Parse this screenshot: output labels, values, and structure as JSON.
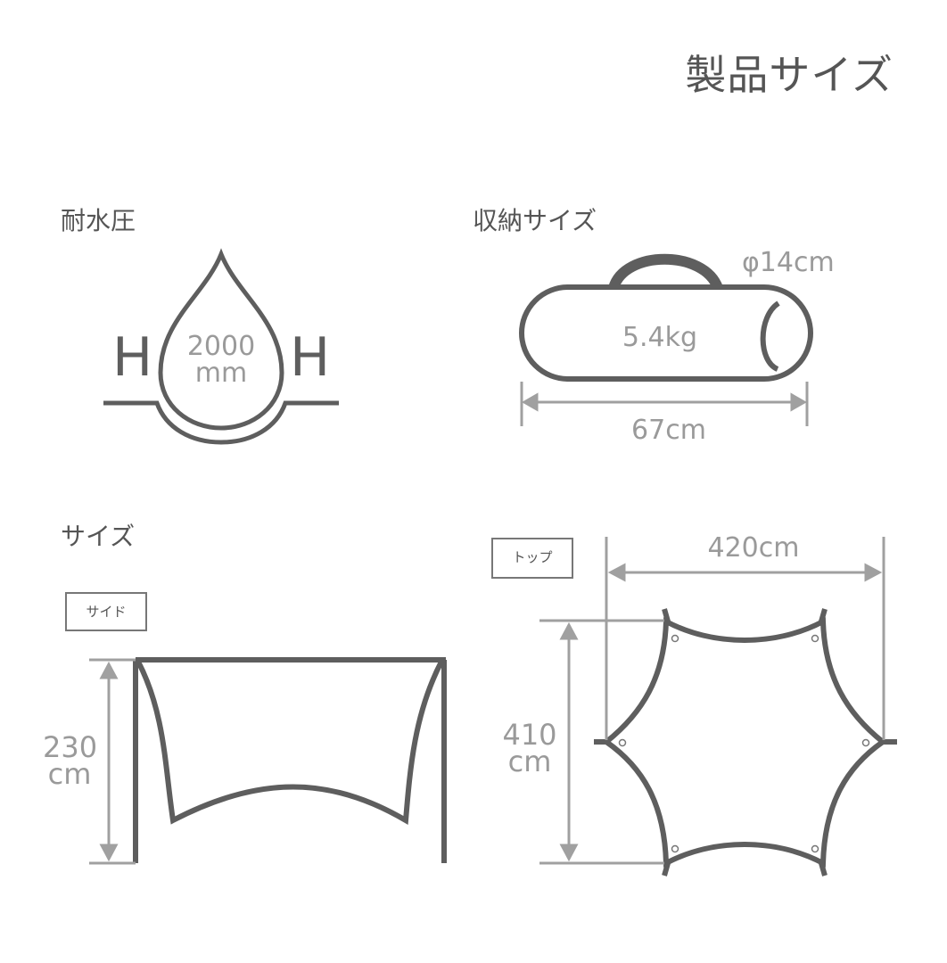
{
  "page_title": "製品サイズ",
  "sections": {
    "water_pressure": {
      "label": "耐水圧",
      "value": "2000",
      "unit": "mm",
      "h_left": "H",
      "h_right": "H"
    },
    "storage": {
      "label": "収納サイズ",
      "diameter": "φ14cm",
      "weight": "5.4kg",
      "length": "67cm"
    },
    "size": {
      "label": "サイズ",
      "side": {
        "tag": "サイド",
        "height_value": "230",
        "height_unit": "cm"
      },
      "top": {
        "tag": "トップ",
        "width": "420cm",
        "depth_value": "410",
        "depth_unit": "cm"
      }
    }
  },
  "colors": {
    "line_dark": "#5e5e5e",
    "line_light": "#a0a0a0",
    "text": "#555555"
  }
}
